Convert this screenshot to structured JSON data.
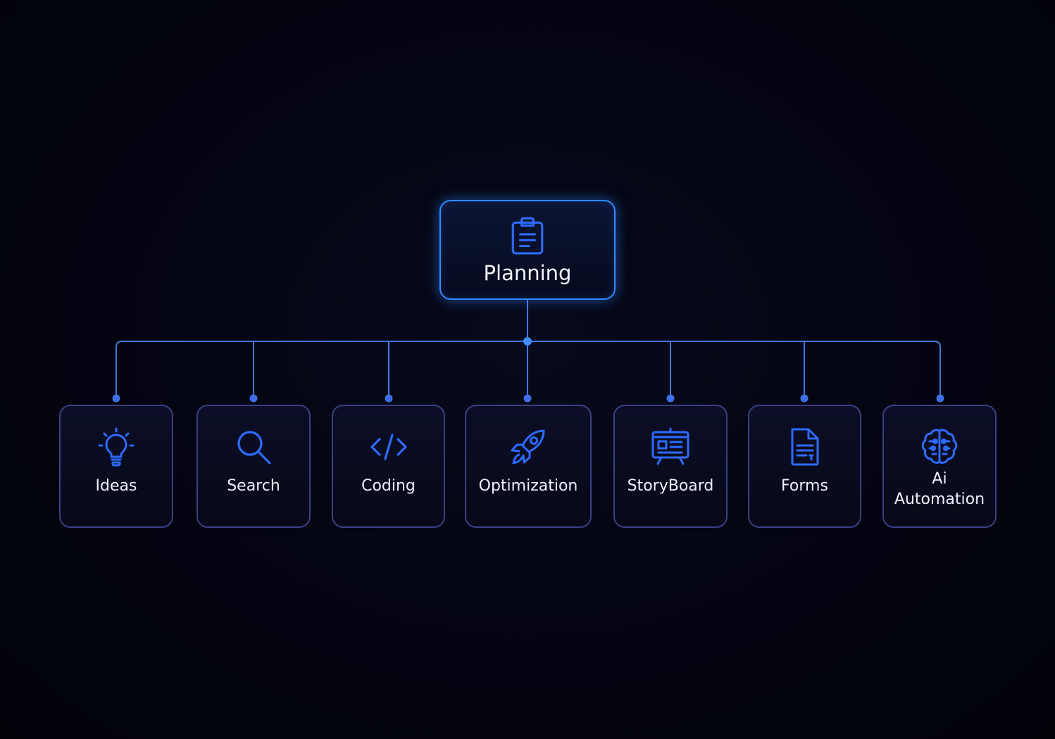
{
  "colors": {
    "background": "#03040f",
    "root_border": "#2f8cff",
    "child_border": "#3a3f86",
    "connector": "#3f78e6",
    "icon": "#2d6bff",
    "text": "#f2f4ff"
  },
  "root": {
    "label": "Planning",
    "icon": "clipboard-icon"
  },
  "children": [
    {
      "label": "Ideas",
      "icon": "lightbulb-icon"
    },
    {
      "label": "Search",
      "icon": "search-icon"
    },
    {
      "label": "Coding",
      "icon": "code-icon"
    },
    {
      "label": "Optimization",
      "icon": "rocket-icon"
    },
    {
      "label": "StoryBoard",
      "icon": "storyboard-icon"
    },
    {
      "label": "Forms",
      "icon": "document-icon"
    },
    {
      "label": "Ai\nAutomation",
      "icon": "brain-icon"
    }
  ]
}
